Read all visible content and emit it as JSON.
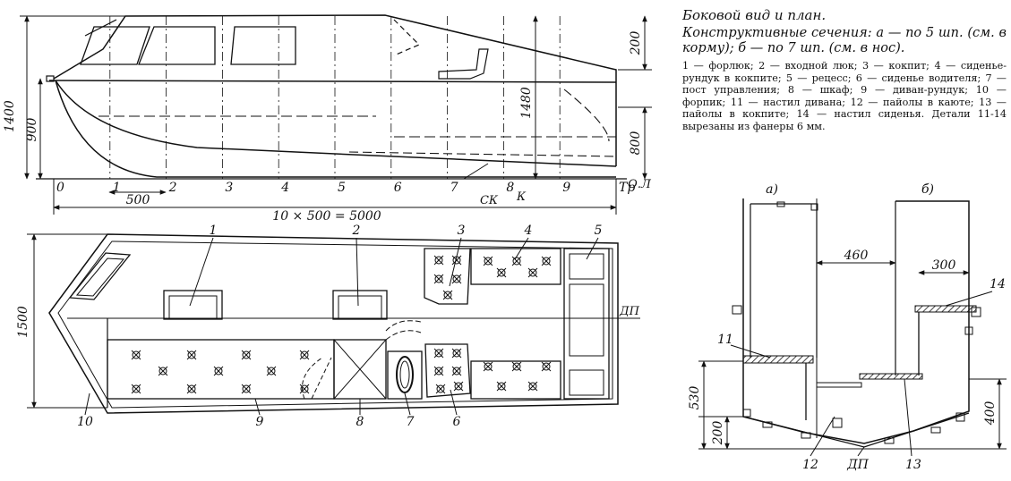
{
  "caption": {
    "title": "Боковой вид и план.",
    "subtitle": "Конструктивные сечения: а — по 5 шп. (см. в корму); б — по 7 шп. (см. в нос).",
    "legend": "1 — форлюк; 2 — входной люк; 3 — кокпит; 4 — сиденье-рундук в кокпите; 5 — рецесс; 6 — сиденье водителя; 7 — пост управления; 8 — шкаф; 9 — диван-рундук; 10 — форпик; 11 — настил дивана; 12 — пайолы в каюте; 13 — пайолы в кокпите; 14 — настил сиденья. Детали 11-14 вырезаны из фанеры 6 мм."
  },
  "side_view": {
    "frames": [
      "0",
      "1",
      "2",
      "3",
      "4",
      "5",
      "6",
      "7",
      "8",
      "9",
      "Тр"
    ],
    "marks": {
      "sk": "СК",
      "k": "К",
      "ol": "О.Л"
    },
    "dims": {
      "d1400": "1400",
      "d900": "900",
      "d1480": "1480",
      "d200": "200",
      "d800": "800",
      "d500": "500",
      "total": "10 × 500 = 5000"
    }
  },
  "plan_view": {
    "beam": "1500",
    "dp": "ДП",
    "callouts": [
      "1",
      "2",
      "3",
      "4",
      "5",
      "6",
      "7",
      "8",
      "9",
      "10"
    ]
  },
  "sections": {
    "a_label": "а)",
    "b_label": "б)",
    "d460": "460",
    "d300": "300",
    "d530": "530",
    "d200": "200",
    "d400": "400",
    "dp": "ДП",
    "callouts": {
      "c11": "11",
      "c12": "12",
      "c13": "13",
      "c14": "14"
    }
  }
}
